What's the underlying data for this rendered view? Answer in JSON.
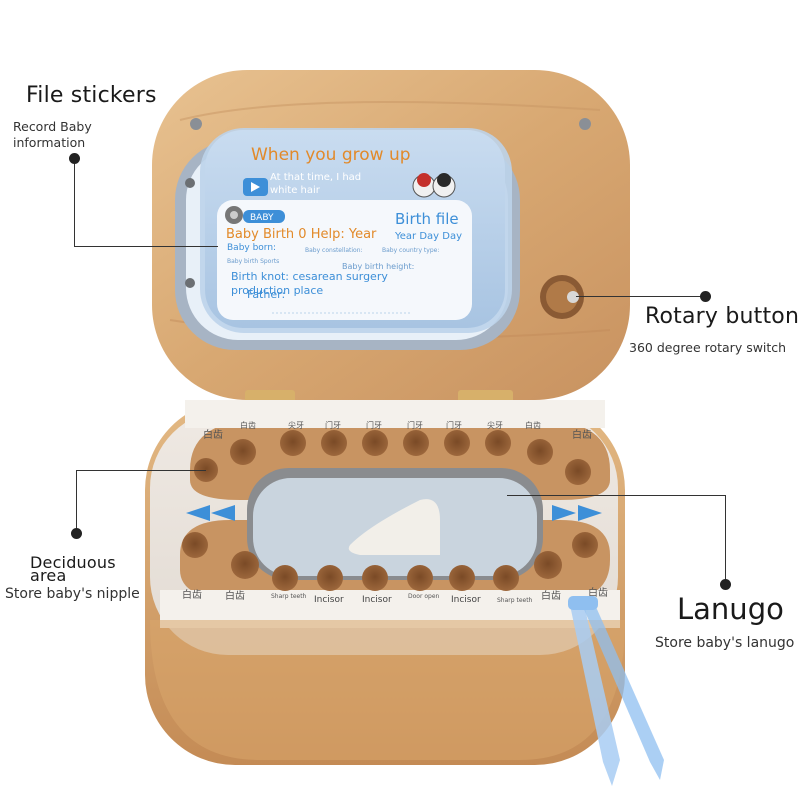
{
  "callouts": {
    "file_stickers": {
      "title": "File stickers",
      "desc_line1": "Record Baby",
      "desc_line2": "information"
    },
    "rotary_button": {
      "title": "Rotary button",
      "desc": "360 degree rotary switch"
    },
    "deciduous": {
      "title_line1": "Deciduous",
      "title_line2": "area",
      "desc": "Store baby's nipple"
    },
    "lanugo": {
      "title": "Lanugo",
      "desc": "Store baby's lanugo"
    }
  },
  "sticker": {
    "heading": "When you grow up",
    "line1": "At that time, I had",
    "line2": "white hair",
    "badge": "BABY",
    "birth_file": "Birth file",
    "birth_help": "Baby Birth 0 Help: Year",
    "year_day_day": "Year Day Day",
    "baby_born": "Baby born:",
    "baby_constellation": "Baby constellation:",
    "baby_country_type": "Baby country type:",
    "baby_birth_sports": "Baby birth Sports",
    "baby_birth_height": "Baby birth height:",
    "birth_knot": "Birth knot: cesarean surgery",
    "production_place": "production place",
    "father": "Father:"
  },
  "tray": {
    "top_labels": [
      "白齿",
      "白齿",
      "尖牙",
      "门牙",
      "门牙",
      "门牙",
      "门牙",
      "尖牙",
      "白齿",
      "白齿"
    ],
    "bottom_labels": [
      "白齿",
      "白齿",
      "Sharp teeth",
      "Incisor",
      "Incisor",
      "Door open",
      "Incisor",
      "Sharp teeth",
      "白齿",
      "白齿"
    ]
  },
  "colors": {
    "wood": "#d9ab76",
    "wood_dark": "#b98552",
    "sticker_blue": "#bcd3ea",
    "orange": "#e28a2a",
    "blue_text": "#3d8fd8",
    "tweezer": "#8fbff0"
  }
}
